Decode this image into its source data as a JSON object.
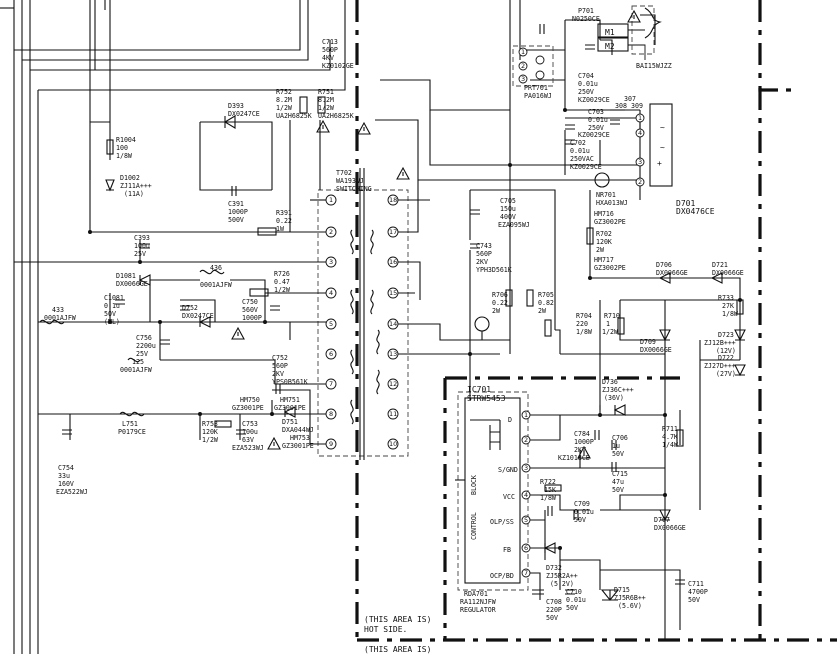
{
  "notes": {
    "hot_side": [
      "(THIS AREA IS)",
      "HOT SIDE."
    ],
    "hot_side_bottom": "(THIS AREA IS)"
  },
  "components": [
    {
      "id": "P701",
      "text": [
        "P701",
        "N0250CE"
      ]
    },
    {
      "id": "C713",
      "text": [
        "C713",
        "560P",
        "4KV",
        "KZ0102GE"
      ]
    },
    {
      "id": "RY",
      "text": [
        "M1",
        "M2"
      ]
    },
    {
      "id": "BAI",
      "text": [
        "BAI15WJZZ"
      ]
    },
    {
      "id": "PRT701",
      "text": [
        "PRT701",
        "PA016WJ"
      ]
    },
    {
      "id": "C704",
      "text": [
        "C704",
        "0.01u",
        "250V",
        "KZ0029CE"
      ]
    },
    {
      "id": "C703",
      "text": [
        "C703",
        "0.01u",
        "250V",
        "KZ0029CE"
      ]
    },
    {
      "id": "C702",
      "text": [
        "C702",
        "0.01u",
        "250VAC",
        "KZ0029CE"
      ]
    },
    {
      "id": "D701",
      "text": [
        "D701",
        "DX0476CE"
      ]
    },
    {
      "id": "NR701",
      "text": [
        "NR701",
        "HXA013WJ"
      ]
    },
    {
      "id": "D393",
      "text": [
        "D393",
        "DX0247CE"
      ]
    },
    {
      "id": "R752",
      "text": [
        "R752",
        "8.2M",
        "1/2W",
        "UA2H6825K"
      ]
    },
    {
      "id": "R751",
      "text": [
        "R751",
        "8.2M",
        "1/2W",
        "UA2H6825K"
      ]
    },
    {
      "id": "R1004",
      "text": [
        "R1004",
        "100",
        "1/8W"
      ]
    },
    {
      "id": "D1002",
      "text": [
        "D1002",
        "ZJ11A+++",
        "(11A)"
      ]
    },
    {
      "id": "C391",
      "text": [
        "C391",
        "1000P",
        "500V"
      ]
    },
    {
      "id": "R391",
      "text": [
        "R391",
        "0.22",
        "1W"
      ]
    },
    {
      "id": "T702",
      "text": [
        "T702",
        "WA193WJ",
        "SWITCHING"
      ]
    },
    {
      "id": "C393",
      "text": [
        "C393",
        "100u",
        "25V"
      ]
    },
    {
      "id": "C705",
      "text": [
        "C705",
        "150u",
        "400V",
        "EZA095WJ"
      ]
    },
    {
      "id": "C743",
      "text": [
        "C743",
        "560P",
        "2KV",
        "YPH3D561K"
      ]
    },
    {
      "id": "HM716",
      "text": [
        "HM716",
        "GZ3002PE"
      ]
    },
    {
      "id": "R702",
      "text": [
        "R702",
        "120K",
        "2W"
      ]
    },
    {
      "id": "HM717",
      "text": [
        "HM717",
        "GZ3002PE"
      ]
    },
    {
      "id": "D1081",
      "text": [
        "D1081",
        "DX0066GE"
      ]
    },
    {
      "id": "L436",
      "text": [
        "436",
        "0001AJFW"
      ]
    },
    {
      "id": "R726",
      "text": [
        "R726",
        "0.47",
        "1/2W"
      ]
    },
    {
      "id": "C1081",
      "text": [
        "C1081",
        "0.1u",
        "50V",
        "(ML)"
      ]
    },
    {
      "id": "D752",
      "text": [
        "D752",
        "DX0247CE"
      ]
    },
    {
      "id": "C750",
      "text": [
        "C750",
        "560V",
        "1000P"
      ]
    },
    {
      "id": "L433",
      "text": [
        "433",
        "0001AJFW"
      ]
    },
    {
      "id": "R706",
      "text": [
        "R706",
        "0.22",
        "2W"
      ]
    },
    {
      "id": "R705",
      "text": [
        "R705",
        "0.82",
        "2W"
      ]
    },
    {
      "id": "D706",
      "text": [
        "D706",
        "DX0066GE"
      ]
    },
    {
      "id": "D721",
      "text": [
        "D721",
        "DX0066GE"
      ]
    },
    {
      "id": "R733",
      "text": [
        "R733",
        "27K",
        "1/8W"
      ]
    },
    {
      "id": "C756",
      "text": [
        "C756",
        "2200u",
        "25V"
      ]
    },
    {
      "id": "L125",
      "text": [
        "125",
        "0001AJFW"
      ]
    },
    {
      "id": "R704",
      "text": [
        "R704",
        "220",
        "1/8W"
      ]
    },
    {
      "id": "R710",
      "text": [
        "R710",
        "1",
        "1/2W"
      ]
    },
    {
      "id": "D709",
      "text": [
        "D709",
        "DX0066GE"
      ]
    },
    {
      "id": "D723",
      "text": [
        "D723",
        "ZJ12B+++",
        "(12V)"
      ]
    },
    {
      "id": "D722",
      "text": [
        "D722",
        "ZJ27D+++",
        "(27V)"
      ]
    },
    {
      "id": "C752",
      "text": [
        "C752",
        "560P",
        "2KV",
        "YPS0B561K"
      ]
    },
    {
      "id": "HM750",
      "text": [
        "HM750",
        "GZ3001PE"
      ]
    },
    {
      "id": "HM751",
      "text": [
        "HM751",
        "GZ3001PE"
      ]
    },
    {
      "id": "IC701",
      "text": [
        "IC701",
        "STRW5453"
      ]
    },
    {
      "id": "D736",
      "text": [
        "D736",
        "ZJ36C+++",
        "(36V)"
      ]
    },
    {
      "id": "L751",
      "text": [
        "L751",
        "P0179CE"
      ]
    },
    {
      "id": "R753",
      "text": [
        "R753",
        "120K",
        "1/2W"
      ]
    },
    {
      "id": "C753",
      "text": [
        "C753",
        "100u",
        "63V",
        "EZA523WJ"
      ]
    },
    {
      "id": "D751",
      "text": [
        "D751",
        "DXA044WJ"
      ]
    },
    {
      "id": "HM753",
      "text": [
        "HM753",
        "GZ3001PE"
      ]
    },
    {
      "id": "C784",
      "text": [
        "C784",
        "1000P",
        "2KV",
        "KZ1018CE"
      ]
    },
    {
      "id": "C706",
      "text": [
        "C706",
        "1u",
        "50V"
      ]
    },
    {
      "id": "C715",
      "text": [
        "C715",
        "47u",
        "50V"
      ]
    },
    {
      "id": "R711",
      "text": [
        "R711",
        "4.7K",
        "1/4W"
      ]
    },
    {
      "id": "C754",
      "text": [
        "C754",
        "33u",
        "160V",
        "EZA522WJ"
      ]
    },
    {
      "id": "R722",
      "text": [
        "R722",
        "15K",
        "1/8W"
      ]
    },
    {
      "id": "C709",
      "text": [
        "C709",
        "0.01u",
        "50V"
      ]
    },
    {
      "id": "D707",
      "text": [
        "D707",
        "DX0066GE"
      ]
    },
    {
      "id": "D732",
      "text": [
        "D732",
        "ZJ5R2A++",
        "(5.2V)"
      ]
    },
    {
      "id": "C710",
      "text": [
        "C710",
        "0.01u",
        "50V"
      ]
    },
    {
      "id": "D715",
      "text": [
        "D715",
        "ZJ5R6B++",
        "(5.6V)"
      ]
    },
    {
      "id": "C711",
      "text": [
        "C711",
        "4700P",
        "50V"
      ]
    },
    {
      "id": "C708",
      "text": [
        "C708",
        "220P",
        "50V"
      ]
    },
    {
      "id": "RDA701",
      "text": [
        "RDA701",
        "RA112NJFW",
        "REGULATOR"
      ]
    },
    {
      "id": "NODE15",
      "text": [
        "15"
      ]
    }
  ],
  "ic_pins": {
    "D": "D",
    "S_GND": "S/GND",
    "VCC": "VCC",
    "OLP_SS": "OLP/SS",
    "FB": "FB",
    "OCP_BD": "OCP/BD",
    "control": "CONTROL",
    "block": "BLOCK"
  },
  "pin_numbers": [
    "1",
    "2",
    "3",
    "4",
    "5",
    "6",
    "7"
  ],
  "transformer_pins": [
    "1",
    "2",
    "3",
    "4",
    "5",
    "6",
    "7",
    "8",
    "9",
    "10",
    "11",
    "12",
    "13",
    "14",
    "15",
    "16",
    "17",
    "18"
  ],
  "connector_pins": [
    "1",
    "2",
    "3",
    "4"
  ],
  "misc": {
    "pin307": "307",
    "pin308": "308",
    "pin309": "309"
  }
}
